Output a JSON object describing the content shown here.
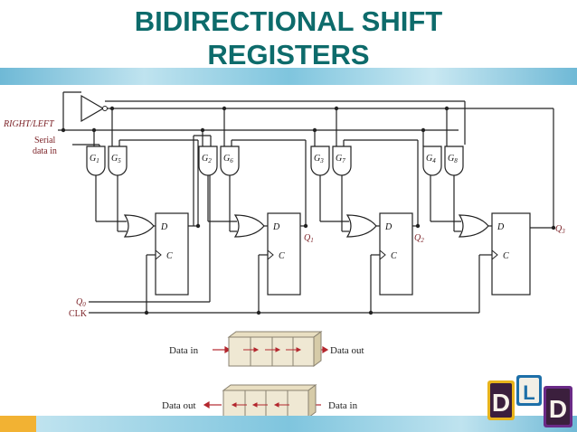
{
  "title": {
    "line1": "BIDIRECTIONAL SHIFT",
    "line2": "REGISTERS"
  },
  "schematic": {
    "inputs": {
      "right_left": "RIGHT/LEFT",
      "serial_1": "Serial",
      "serial_2": "data in",
      "q0": "Q",
      "q0_sub": "0",
      "clk": "CLK"
    },
    "gates": [
      {
        "a": "G",
        "a_sub": "1",
        "b": "G",
        "b_sub": "5"
      },
      {
        "a": "G",
        "a_sub": "2",
        "b": "G",
        "b_sub": "6"
      },
      {
        "a": "G",
        "a_sub": "3",
        "b": "G",
        "b_sub": "7"
      },
      {
        "a": "G",
        "a_sub": "4",
        "b": "G",
        "b_sub": "8"
      }
    ],
    "ff_d": "D",
    "ff_c": "C",
    "outputs": [
      {
        "label": "Q",
        "sub": "1"
      },
      {
        "label": "Q",
        "sub": "2"
      },
      {
        "label": "Q",
        "sub": "3"
      }
    ]
  },
  "shift_right": {
    "left_label": "Data in",
    "right_label": "Data out"
  },
  "shift_left": {
    "left_label": "Data out",
    "right_label": "Data in"
  },
  "logo": {
    "letters": [
      "D",
      "L",
      "D"
    ],
    "colors": [
      "#3b1f3d",
      "#1d6fa8",
      "#6a2a87",
      "#e8b41c"
    ]
  }
}
